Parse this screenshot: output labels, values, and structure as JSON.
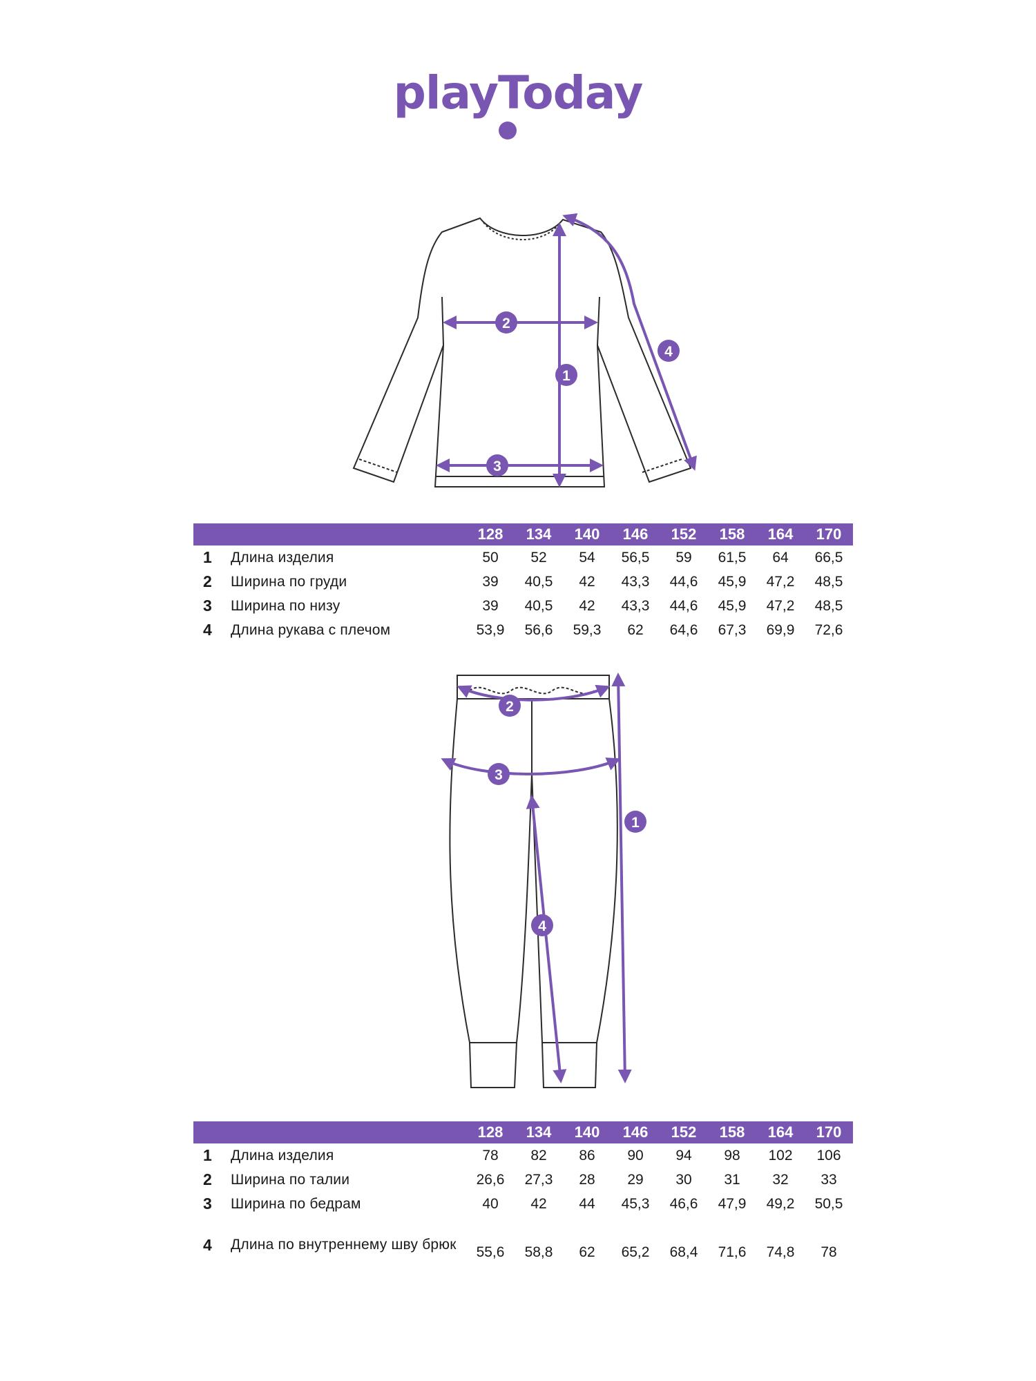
{
  "brand": {
    "logo_text": "playToday",
    "color": "#7a56b3"
  },
  "top_garment": {
    "badges": [
      "1",
      "2",
      "3",
      "4"
    ],
    "table": {
      "sizes": [
        "128",
        "134",
        "140",
        "146",
        "152",
        "158",
        "164",
        "170"
      ],
      "rows": [
        {
          "num": "1",
          "name": "Длина изделия",
          "values": [
            "50",
            "52",
            "54",
            "56,5",
            "59",
            "61,5",
            "64",
            "66,5"
          ]
        },
        {
          "num": "2",
          "name": "Ширина по груди",
          "values": [
            "39",
            "40,5",
            "42",
            "43,3",
            "44,6",
            "45,9",
            "47,2",
            "48,5"
          ]
        },
        {
          "num": "3",
          "name": "Ширина по низу",
          "values": [
            "39",
            "40,5",
            "42",
            "43,3",
            "44,6",
            "45,9",
            "47,2",
            "48,5"
          ]
        },
        {
          "num": "4",
          "name": "Длина рукава с плечом",
          "values": [
            "53,9",
            "56,6",
            "59,3",
            "62",
            "64,6",
            "67,3",
            "69,9",
            "72,6"
          ]
        }
      ]
    }
  },
  "bottom_garment": {
    "badges": [
      "1",
      "2",
      "3",
      "4"
    ],
    "table": {
      "sizes": [
        "128",
        "134",
        "140",
        "146",
        "152",
        "158",
        "164",
        "170"
      ],
      "rows": [
        {
          "num": "1",
          "name": "Длина изделия",
          "values": [
            "78",
            "82",
            "86",
            "90",
            "94",
            "98",
            "102",
            "106"
          ]
        },
        {
          "num": "2",
          "name": "Ширина по талии",
          "values": [
            "26,6",
            "27,3",
            "28",
            "29",
            "30",
            "31",
            "32",
            "33"
          ]
        },
        {
          "num": "3",
          "name": "Ширина по бедрам",
          "values": [
            "40",
            "42",
            "44",
            "45,3",
            "46,6",
            "47,9",
            "49,2",
            "50,5"
          ]
        },
        {
          "num": "4",
          "name": "Длина по внутреннему шву брюк",
          "values": [
            "55,6",
            "58,8",
            "62",
            "65,2",
            "68,4",
            "71,6",
            "74,8",
            "78"
          ]
        }
      ]
    }
  }
}
